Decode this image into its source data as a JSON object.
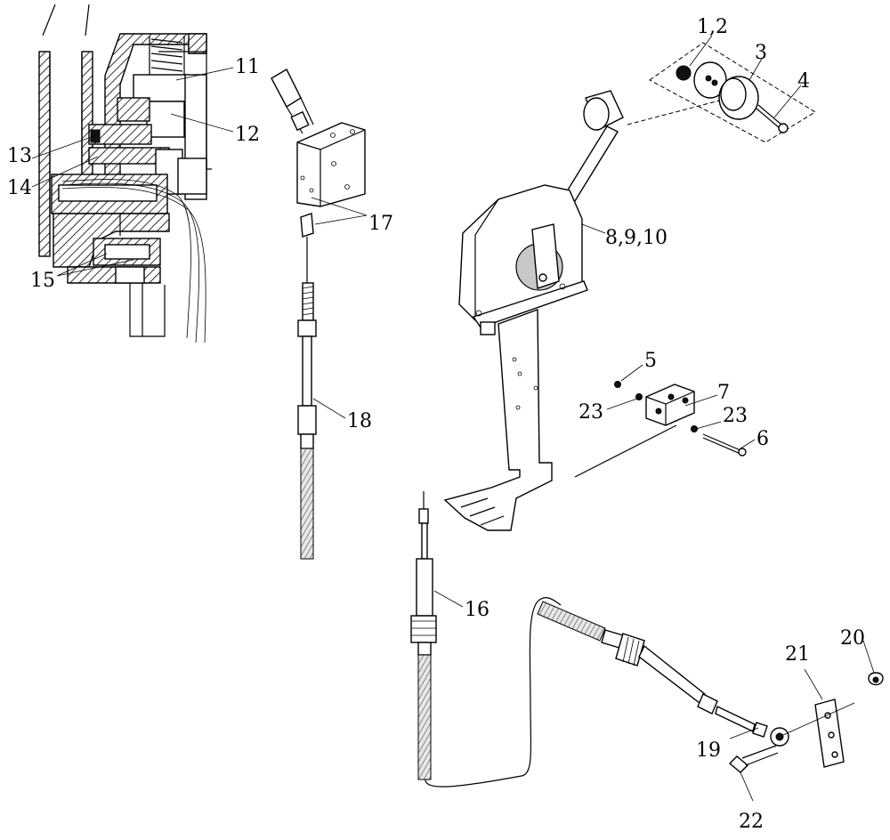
{
  "labels": {
    "l1_2": "1,2",
    "l3": "3",
    "l4": "4",
    "l5": "5",
    "l6": "6",
    "l7": "7",
    "l8_9_10": "8,9,10",
    "l11": "11",
    "l12": "12",
    "l13": "13",
    "l14": "14",
    "l15": "15",
    "l16": "16",
    "l17": "17",
    "l18": "18",
    "l19": "19",
    "l20": "20",
    "l21": "21",
    "l22": "22",
    "l23a": "23",
    "l23b": "23"
  }
}
